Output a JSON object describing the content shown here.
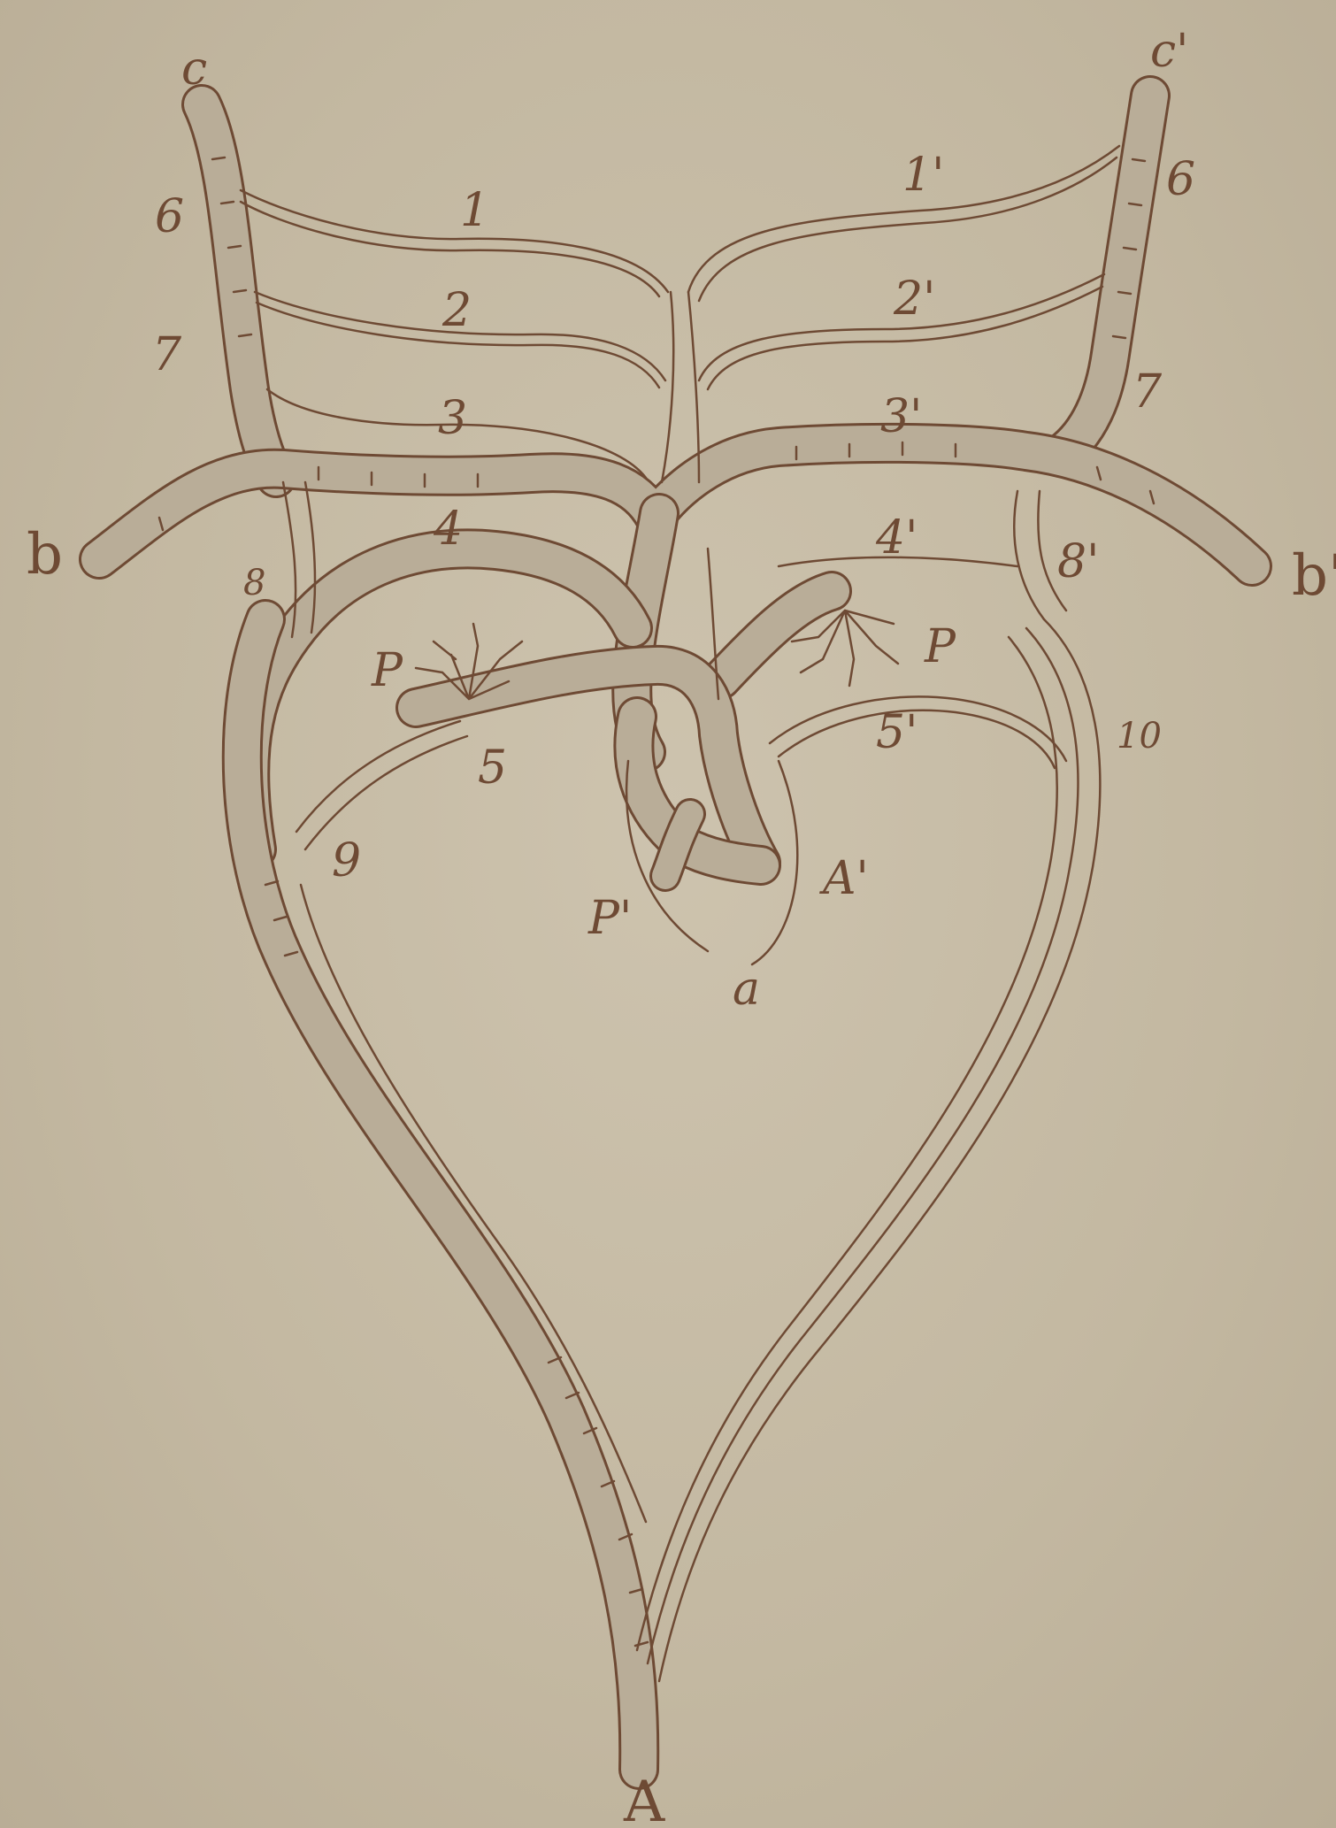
{
  "colors": {
    "ink": "#6e4a34",
    "vessel_fill": "#b9ad98",
    "paper": "#c4b9a3"
  },
  "labels": {
    "c_left": "c",
    "c_right": "c'",
    "n6_left": "6",
    "n6_right": "6",
    "n7_left": "7",
    "n7_right": "7",
    "n1": "1",
    "n1_right": "1'",
    "n2": "2",
    "n2_right": "2'",
    "n3": "3",
    "n3_right": "3'",
    "n4": "4",
    "n4_right": "4'",
    "n5": "5",
    "n5_right": "5'",
    "n8_left": "8",
    "n8_right": "8'",
    "n9": "9",
    "n10": "10",
    "b_left": "b",
    "b_right": "b'",
    "P_left": "P",
    "P_right": "P",
    "P_prime": "P'",
    "A_prime": "A'",
    "a": "a",
    "A": "A"
  }
}
